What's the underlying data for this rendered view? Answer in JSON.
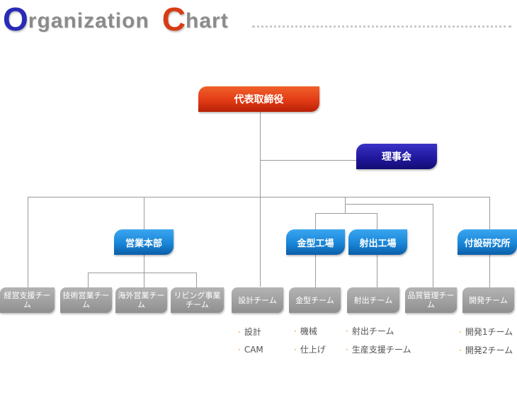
{
  "header": {
    "title_big_1": "O",
    "title_rest_1": "rganization",
    "title_big_2": "C",
    "title_rest_2": "hart",
    "colors": {
      "letter_o": "#2a2ab8",
      "letter_c": "#d83c14",
      "text": "#8b8b8b"
    }
  },
  "top": {
    "ceo": "代表取締役",
    "board": "理事会"
  },
  "divisions": {
    "sales_hq": "営業本部",
    "mold_plant": "金型工場",
    "injection_plant": "射出工場",
    "research_lab": "付設研究所"
  },
  "teams": {
    "admin_support": "経営支援チーム",
    "tech_sales": "技術営業チーム",
    "overseas_sales": "海外営業チーム",
    "living": "リビング事業チーム",
    "design": "設計チーム",
    "mold": "金型チーム",
    "injection": "射出チーム",
    "quality": "品質管理チーム",
    "dev": "開発チーム"
  },
  "subitems": {
    "design": [
      "設計",
      "CAM"
    ],
    "mold": [
      "機械",
      "仕上げ"
    ],
    "injection": [
      "射出チーム",
      "生産支援チーム"
    ],
    "dev": [
      "開発1チーム",
      "開発2チーム"
    ]
  },
  "bullet": "·"
}
